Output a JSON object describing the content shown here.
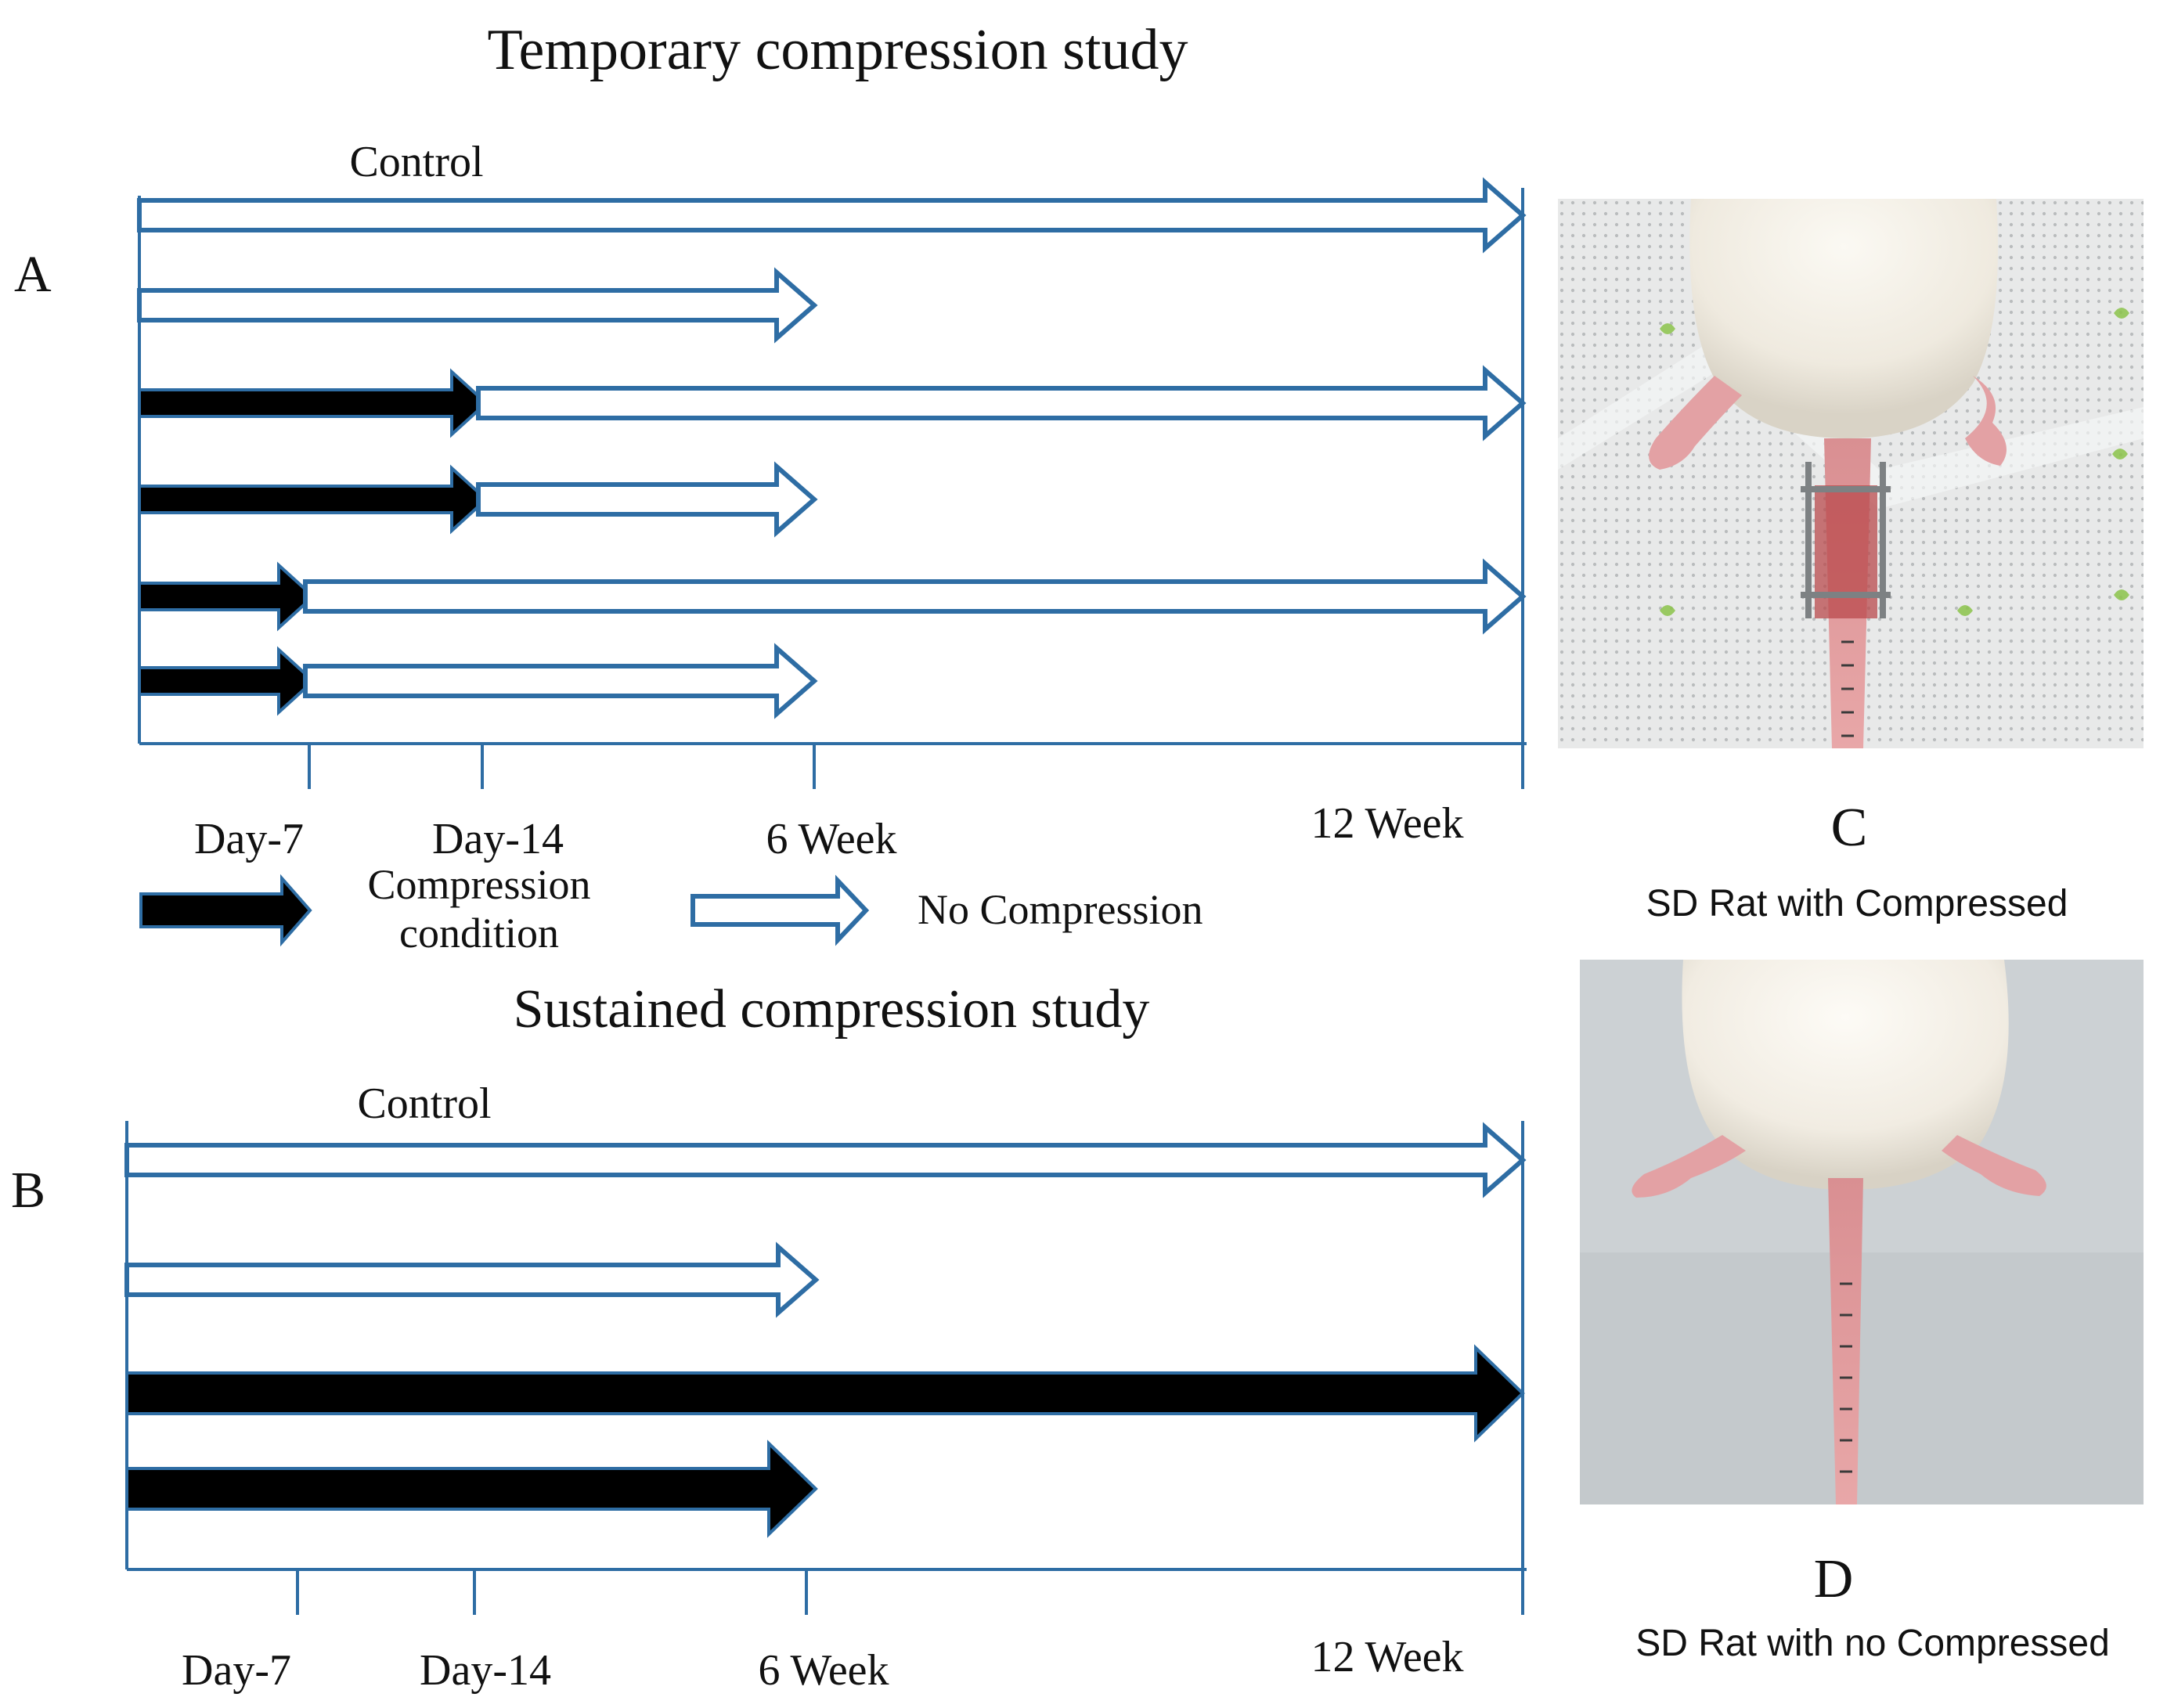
{
  "panels": {
    "temporary": {
      "letter": "A",
      "title": "Temporary compression study",
      "control_label": "Control",
      "ticks": [
        "Day-7",
        "Day-14",
        "6 Week",
        "12 Week"
      ],
      "rows": [
        {
          "compressed_until": null,
          "ends_at": "12 Week"
        },
        {
          "compressed_until": null,
          "ends_at": "6 Week"
        },
        {
          "compressed_until": "Day-14",
          "ends_at": "12 Week"
        },
        {
          "compressed_until": "Day-14",
          "ends_at": "6 Week"
        },
        {
          "compressed_until": "Day-7",
          "ends_at": "12 Week"
        },
        {
          "compressed_until": "Day-7",
          "ends_at": "6 Week"
        }
      ]
    },
    "sustained": {
      "letter": "B",
      "title": "Sustained compression study",
      "control_label": "Control",
      "ticks": [
        "Day-7",
        "Day-14",
        "6 Week",
        "12 Week"
      ],
      "rows": [
        {
          "kind": "no-compression",
          "ends_at": "12 Week"
        },
        {
          "kind": "no-compression",
          "ends_at": "6 Week"
        },
        {
          "kind": "compression",
          "ends_at": "12 Week"
        },
        {
          "kind": "compression",
          "ends_at": "6 Week"
        }
      ]
    }
  },
  "legend": {
    "compression_line1": "Compression",
    "compression_line2": "condition",
    "no_compression": "No Compression"
  },
  "photos": {
    "compressed": {
      "letter": "C",
      "caption": "SD Rat with Compressed"
    },
    "not_compressed": {
      "letter": "D",
      "caption": "SD Rat with no Compressed"
    }
  },
  "colors": {
    "axis": "#2e6da4",
    "compression": "#000000",
    "no_compression": "#ffffff"
  }
}
